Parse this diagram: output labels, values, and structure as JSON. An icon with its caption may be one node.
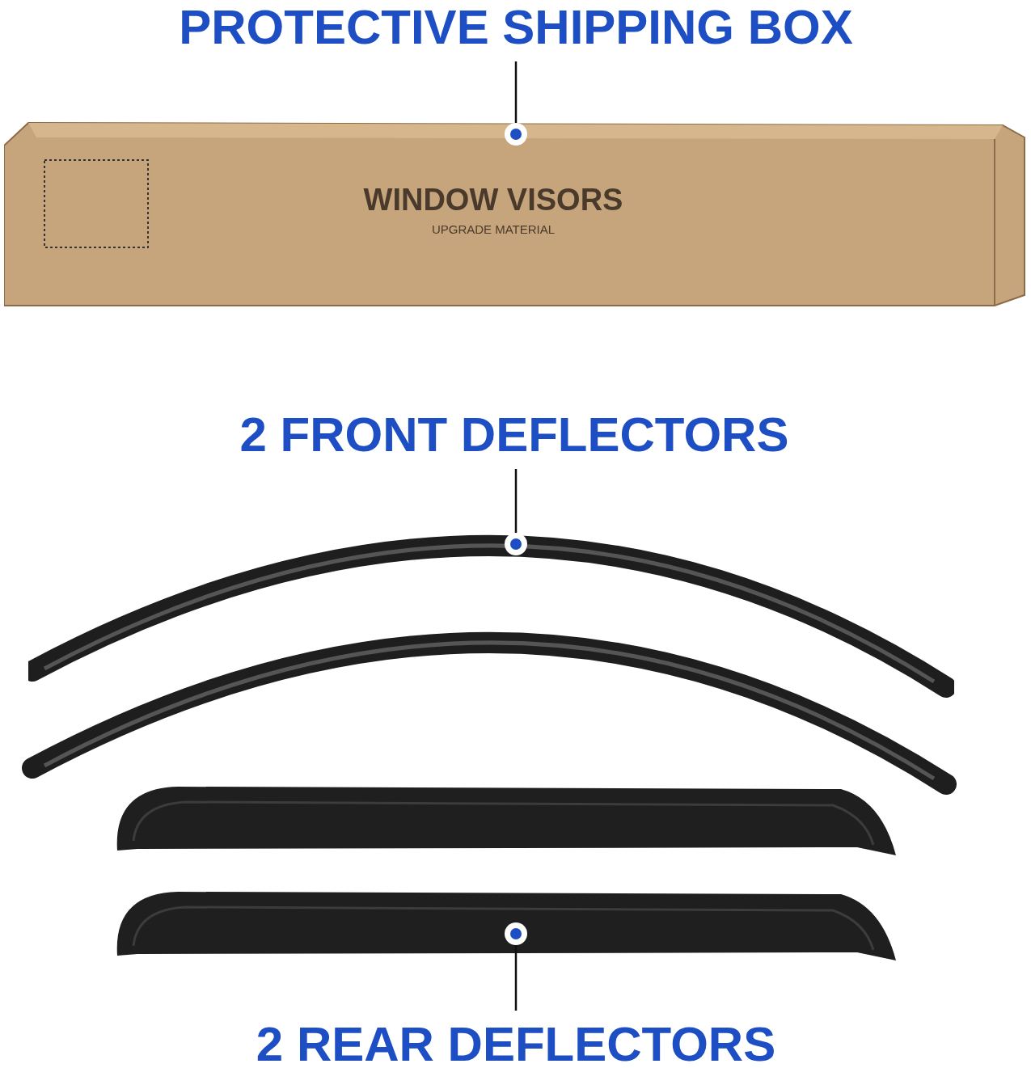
{
  "diagram": {
    "nodes": [
      {
        "text": [
          "PROTECTIVE SHIPPING BOX"
        ]
      },
      {
        "text": [
          "WINDOW VISORS",
          "UPGRADE MATERIAL"
        ]
      },
      {
        "text": [
          "2 FRONT DEFLECTORS"
        ]
      },
      {
        "text": [],
        "shape": "picture"
      },
      {
        "text": [],
        "shape": "picture"
      },
      {
        "text": [
          "2 REAR DEFLECTORS"
        ]
      }
    ],
    "edges": [
      {
        "from": 0,
        "to": 1,
        "arrow": "other"
      },
      {
        "from": 2,
        "to": 3,
        "arrow": "other"
      },
      {
        "from": 5,
        "to": 4,
        "arrow": "other"
      }
    ]
  }
}
